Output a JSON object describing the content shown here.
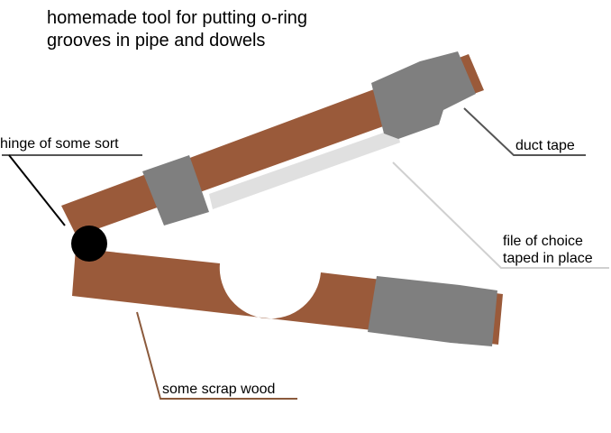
{
  "title": {
    "line1": "homemade tool for putting o-ring",
    "line2": "grooves in pipe and dowels"
  },
  "labels": {
    "hinge": "hinge of some sort",
    "duct_tape": "duct tape",
    "file_line1": "file of choice",
    "file_line2": "taped in place",
    "wood": "some scrap wood"
  },
  "colors": {
    "wood": "#9a5a3a",
    "tape": "#7f7f7f",
    "file": "#e0e0e0",
    "hinge": "#000000",
    "leader_dark": "#555555",
    "leader_light": "#d0d0d0",
    "leader_wood": "#8b5a3c"
  }
}
